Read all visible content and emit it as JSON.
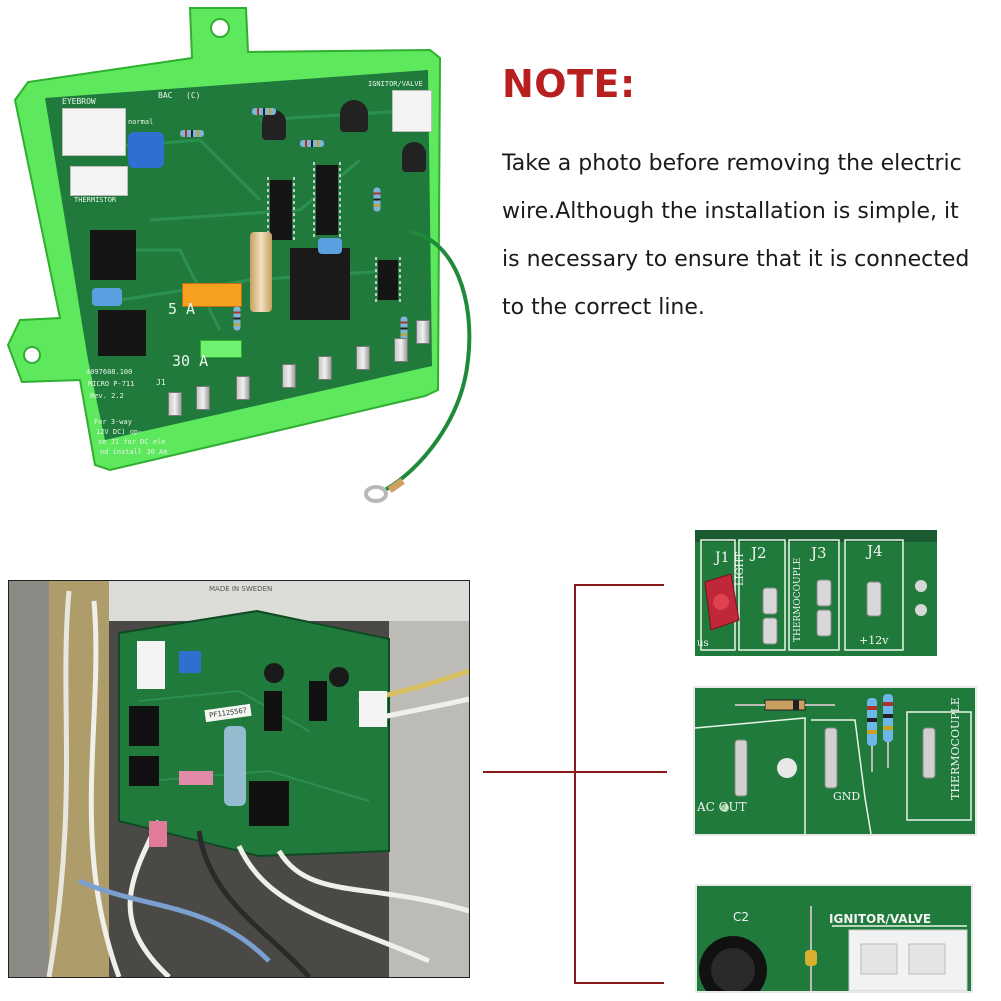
{
  "note": {
    "title": "NOTE:",
    "lines": [
      "Take a photo before removing the electric",
      "wire.Although the installation is simple, it",
      "is necessary to ensure that it is connected",
      "to the correct line."
    ]
  },
  "board": {
    "header_labels": [
      "EYEBROW",
      "BAC",
      "(C)",
      "IGNITOR/VALVE",
      "THERMISTOR",
      "normal"
    ],
    "fuse_labels": [
      "5 A",
      "30 A"
    ],
    "part_number": "4097608.100",
    "model": "MICRO P-711",
    "rev": "Rev. 2.2",
    "instructions": [
      "For 3-way",
      "12V DC) op-",
      "se J1 for DC ele",
      "nd install 30 Am"
    ],
    "j1_label": "J1"
  },
  "install_photo": {
    "sticker": "PF1125567",
    "top_text": "MADE IN SWEDEN"
  },
  "inset_top": {
    "labels": [
      "J1",
      "J2",
      "J3",
      "J4"
    ],
    "vertical_labels": [
      "LIGHT",
      "THERMOCOUPLE"
    ],
    "bottom_labels": [
      "+12v",
      "us"
    ]
  },
  "inset_middle": {
    "labels": [
      "AC OUT",
      "GND",
      "THERMOCOUPLE"
    ]
  },
  "inset_bottom": {
    "labels": [
      "C2",
      "IGNITOR/VALVE"
    ]
  },
  "colors": {
    "note_title": "#b82020",
    "connector_lines": "#8a1a1a",
    "pcb_green": "#1f7a3c",
    "case_green": "#5ee85e"
  }
}
